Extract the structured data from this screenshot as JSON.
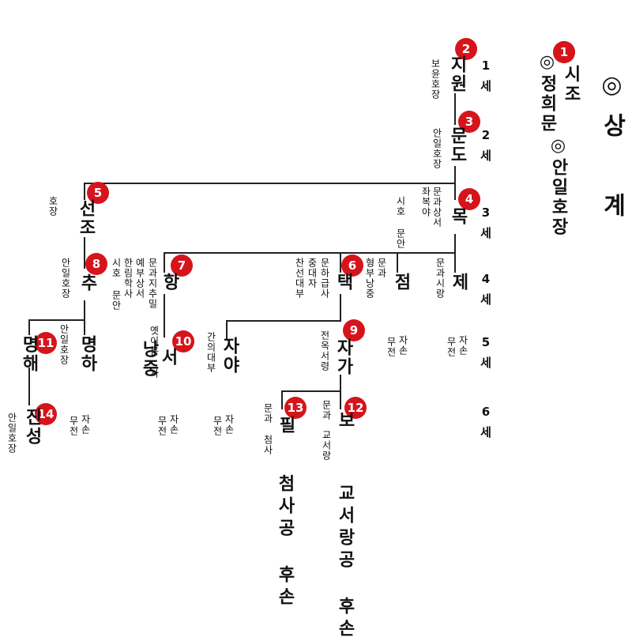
{
  "title": "◎상 계",
  "header": {
    "founder": "시조",
    "founder_name": "◎정희문",
    "founder_title": "◎안일호장"
  },
  "generations": [
    "1세",
    "2세",
    "3세",
    "4세",
    "5세",
    "6세"
  ],
  "persons": {
    "p2": {
      "badge": "2",
      "name": "지원",
      "note": "보윤호장"
    },
    "p3": {
      "badge": "3",
      "name": "문도",
      "note": "안일호장"
    },
    "p4": {
      "badge": "4",
      "name": "목",
      "note_a": "문과상서",
      "note_b": "좌복야",
      "note_c": "시호 문안"
    },
    "p5": {
      "badge": "5",
      "name": "선조",
      "note": "호장"
    },
    "p6": {
      "badge": "6",
      "name": "택",
      "note_a": "문하급사",
      "note_b": "중대자",
      "note_c": "찬선대부"
    },
    "p7": {
      "badge": "7",
      "name": "항",
      "note_a": "문과지추밀",
      "note_b": "예부상서",
      "note_c": "한림학사",
      "note_d": "시호 문안"
    },
    "p8": {
      "badge": "8",
      "name": "추",
      "note": "안일호장"
    },
    "jeom": {
      "name": "점",
      "note_a": "문과",
      "note_b": "형부낭중"
    },
    "je": {
      "name": "제",
      "note": "문과시랑"
    },
    "p9": {
      "badge": "9",
      "name": "자가",
      "note": "전옥서령"
    },
    "p10": {
      "badge": "10",
      "name": "서",
      "name2": "낭중",
      "note": "옛이름 사"
    },
    "p11": {
      "badge": "11",
      "name": "명해"
    },
    "myeongha": {
      "name": "명하",
      "note": "안일호장"
    },
    "jaya": {
      "name": "자야",
      "note": "간의대부"
    },
    "p12": {
      "badge": "12",
      "name": "보",
      "note_a": "문과",
      "note_b": "교서랑"
    },
    "p13": {
      "badge": "13",
      "name": "필",
      "note_a": "문과",
      "note_b": "첨사"
    },
    "p14": {
      "badge": "14",
      "name": "진성",
      "note": "안일호장"
    }
  },
  "no_heir": "무전",
  "no_heir_b": "자손",
  "lineage": {
    "left": "첨사공 후손",
    "right": "교서랑공 후손"
  }
}
